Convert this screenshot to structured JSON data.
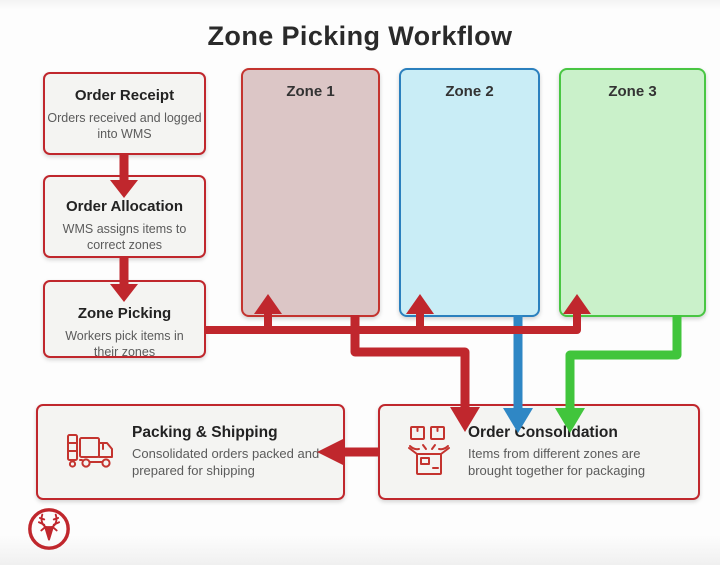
{
  "title": "Zone Picking Workflow",
  "steps": [
    {
      "title": "Order Receipt",
      "body": "Orders received and logged into WMS"
    },
    {
      "title": "Order Allocation",
      "body": "WMS assigns items to correct zones"
    },
    {
      "title": "Zone Picking",
      "body": "Workers pick items in their zones"
    }
  ],
  "zones": [
    {
      "label": "Zone 1"
    },
    {
      "label": "Zone 2"
    },
    {
      "label": "Zone 3"
    }
  ],
  "outputs": {
    "consolidation": {
      "title": "Order Consolidation",
      "body": "Items from different zones are brought together for packaging"
    },
    "packing": {
      "title": "Packing & Shipping",
      "body": "Consolidated orders packed and prepared for shipping"
    }
  },
  "icons": {
    "packing": "truck-icon",
    "consolidation": "open-box-parcels-icon",
    "logo": "stag-circle-logo"
  },
  "colors": {
    "red": "#c0272d",
    "blue": "#2f87c5",
    "green": "#41c53c",
    "zone1_fill": "#dcc6c6",
    "zone2_fill": "#c9edf6",
    "zone3_fill": "#caf1ca",
    "box_fill": "#f4f4f2",
    "title_text": "#2a2a2a",
    "body_text": "#5b5b5b"
  }
}
